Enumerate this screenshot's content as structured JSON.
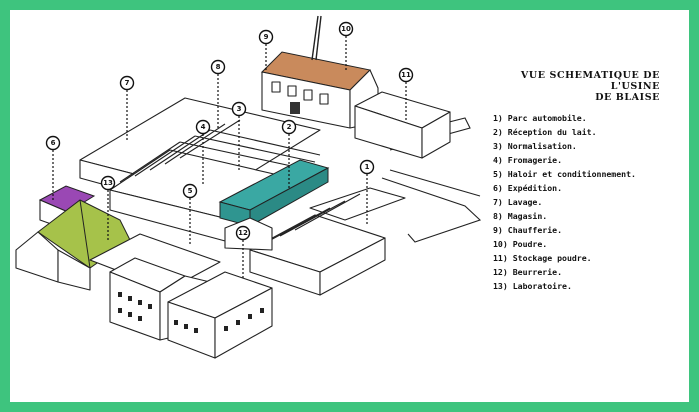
{
  "legend": {
    "title_line1": "VUE SCHEMATIQUE DE L'USINE",
    "title_line2": "DE BLAISE",
    "items": [
      "1) Parc automobile.",
      "2) Réception du lait.",
      "3) Normalisation.",
      "4) Fromagerie.",
      "5) Haloir et conditionnement.",
      "6) Expédition.",
      "7) Lavage.",
      "8) Magasin.",
      "9) Chaufferie.",
      "10) Poudre.",
      "11) Stockage poudre.",
      "12) Beurrerie.",
      "13) Laboratoire."
    ]
  },
  "markers": [
    {
      "label": "1"
    },
    {
      "label": "2"
    },
    {
      "label": "3"
    },
    {
      "label": "4"
    },
    {
      "label": "5"
    },
    {
      "label": "6"
    },
    {
      "label": "7"
    },
    {
      "label": "8"
    },
    {
      "label": "9"
    },
    {
      "label": "10"
    },
    {
      "label": "11"
    },
    {
      "label": "12"
    },
    {
      "label": "13"
    }
  ],
  "colors": {
    "frame": "#3ec47e",
    "chaufferie_roof": "#c98a5c",
    "reception_building": "#3aa8a3",
    "expedition_roof": "#9a48b4",
    "lavage_roof": "#a6c24a"
  }
}
